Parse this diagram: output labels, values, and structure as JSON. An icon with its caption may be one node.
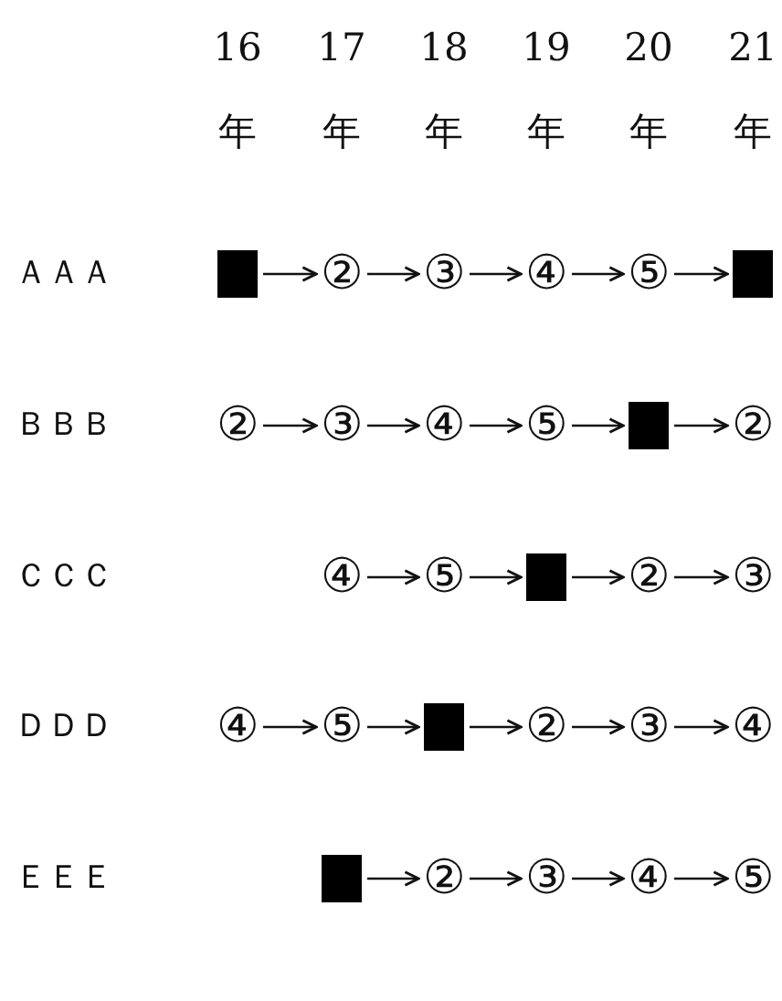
{
  "diagram": {
    "nodes": [
      {
        "text": [],
        "shape": "box"
      },
      {
        "text": [
          "②"
        ]
      },
      {
        "text": [
          "③"
        ]
      },
      {
        "text": [
          "④"
        ]
      },
      {
        "text": [
          "⑤"
        ]
      },
      {
        "text": [],
        "shape": "box"
      },
      {
        "text": [
          "②"
        ]
      },
      {
        "text": [
          "③"
        ]
      },
      {
        "text": [
          "④"
        ]
      },
      {
        "text": [
          "⑤"
        ]
      },
      {
        "text": [],
        "shape": "box"
      },
      {
        "text": [
          "②"
        ]
      },
      {
        "text": [
          "④"
        ]
      },
      {
        "text": [
          "⑤"
        ]
      },
      {
        "text": [],
        "shape": "box"
      },
      {
        "text": [
          "②"
        ]
      },
      {
        "text": [
          "③"
        ]
      },
      {
        "text": [
          "④"
        ]
      },
      {
        "text": [
          "⑤"
        ]
      },
      {
        "text": [],
        "shape": "box"
      },
      {
        "text": [
          "②"
        ]
      },
      {
        "text": [
          "③"
        ]
      },
      {
        "text": [
          "④"
        ]
      },
      {
        "text": [],
        "shape": "box"
      },
      {
        "text": [
          "②"
        ]
      },
      {
        "text": [
          "③"
        ]
      },
      {
        "text": [
          "④"
        ]
      },
      {
        "text": [
          "⑤"
        ]
      }
    ],
    "edges": [
      {
        "from": 0,
        "to": 1,
        "arrow": "to"
      },
      {
        "from": 1,
        "to": 2,
        "arrow": "to"
      },
      {
        "from": 2,
        "to": 3,
        "arrow": "to"
      },
      {
        "from": 3,
        "to": 4,
        "arrow": "to"
      },
      {
        "from": 4,
        "to": 5,
        "arrow": "to"
      },
      {
        "from": 6,
        "to": 7,
        "arrow": "to"
      },
      {
        "from": 7,
        "to": 8,
        "arrow": "to"
      },
      {
        "from": 8,
        "to": 9,
        "arrow": "to"
      },
      {
        "from": 9,
        "to": 10,
        "arrow": "to"
      },
      {
        "from": 10,
        "to": 11,
        "arrow": "to"
      },
      {
        "from": 12,
        "to": 13,
        "arrow": "to"
      },
      {
        "from": 13,
        "to": 14,
        "arrow": "to"
      },
      {
        "from": 14,
        "to": 15,
        "arrow": "to"
      },
      {
        "from": 15,
        "to": 16,
        "arrow": "to"
      },
      {
        "from": 17,
        "to": 18,
        "arrow": "to"
      },
      {
        "from": 18,
        "to": 19,
        "arrow": "to"
      },
      {
        "from": 19,
        "to": 20,
        "arrow": "to"
      },
      {
        "from": 20,
        "to": 21,
        "arrow": "to"
      },
      {
        "from": 21,
        "to": 22,
        "arrow": "to"
      },
      {
        "from": 23,
        "to": 24,
        "arrow": "to"
      },
      {
        "from": 24,
        "to": 25,
        "arrow": "to"
      },
      {
        "from": 25,
        "to": 26,
        "arrow": "to"
      },
      {
        "from": 26,
        "to": 27,
        "arrow": "to"
      }
    ],
    "labels": [
      "16",
      "17",
      "18",
      "19",
      "20",
      "21",
      "年",
      "年",
      "年",
      "年",
      "年",
      "年",
      "ＡＡＡ",
      "ＢＢＢ",
      "ＣＣＣ",
      "ＤＤＤ",
      "ＥＥＥ"
    ]
  }
}
